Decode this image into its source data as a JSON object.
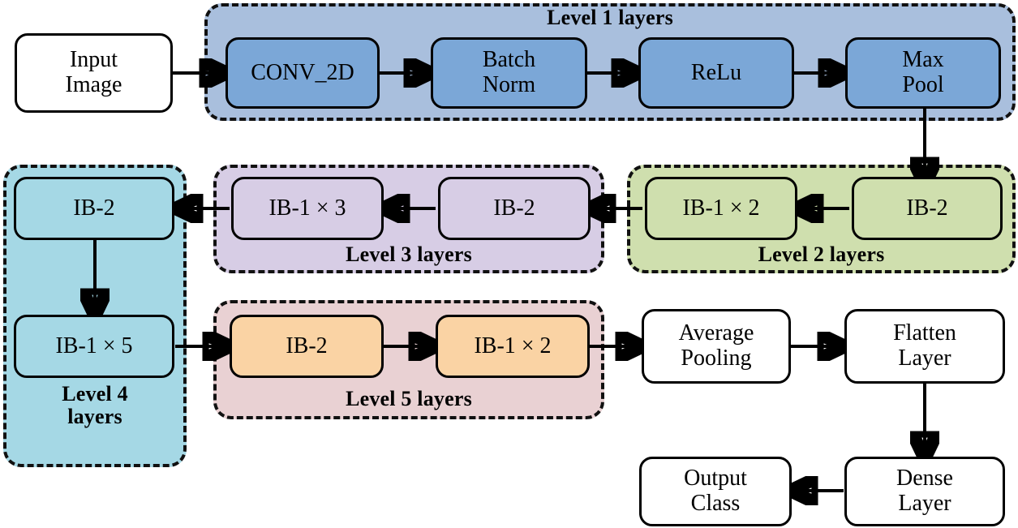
{
  "diagram": {
    "title": "CNN architecture block diagram",
    "type": "flowchart",
    "background": "#ffffff"
  },
  "palette": {
    "level1_group": "#a9bfdd",
    "level1_node": "#7ba7d7",
    "level2_group": "#cfdfae",
    "level2_node": "#cfdfae",
    "level3_group": "#d7cde5",
    "level3_node": "#d7cde5",
    "level4_group": "#a5d8e5",
    "level4_node": "#a5d8e5",
    "level5_group": "#e9d1d3",
    "level5_node": "#fad3a4",
    "plain_node": "#ffffff",
    "stroke": "#000000"
  },
  "groups": {
    "level1": {
      "label": "Level 1 layers"
    },
    "level2": {
      "label": "Level 2 layers"
    },
    "level3": {
      "label": "Level 3 layers"
    },
    "level4": {
      "label": "Level 4\nlayers"
    },
    "level5": {
      "label": "Level 5 layers"
    }
  },
  "nodes": {
    "input_image": "Input\nImage",
    "conv2d": "CONV_2D",
    "batch_norm": "Batch\nNorm",
    "relu": "ReLu",
    "max_pool": "Max\nPool",
    "l2_ib2": "IB-2",
    "l2_ib1x2": "IB-1 × 2",
    "l3_ib2": "IB-2",
    "l3_ib1x3": "IB-1 × 3",
    "l4_ib2": "IB-2",
    "l4_ib1x5": "IB-1 × 5",
    "l5_ib2": "IB-2",
    "l5_ib1x2": "IB-1 × 2",
    "average_pooling": "Average\nPooling",
    "flatten_layer": "Flatten\nLayer",
    "dense_layer": "Dense\nLayer",
    "output_class": "Output\nClass"
  },
  "edges": [
    {
      "name": "input-to-conv2d",
      "from": "input_image",
      "to": "conv2d",
      "direction": "right"
    },
    {
      "name": "conv2d-to-batchnorm",
      "from": "conv2d",
      "to": "batch_norm",
      "direction": "right"
    },
    {
      "name": "batchnorm-to-relu",
      "from": "batch_norm",
      "to": "relu",
      "direction": "right"
    },
    {
      "name": "relu-to-maxpool",
      "from": "relu",
      "to": "max_pool",
      "direction": "right"
    },
    {
      "name": "maxpool-to-l2ib2",
      "from": "max_pool",
      "to": "l2_ib2",
      "direction": "down"
    },
    {
      "name": "l2ib2-to-l2ib1x2",
      "from": "l2_ib2",
      "to": "l2_ib1x2",
      "direction": "left"
    },
    {
      "name": "l2ib1x2-to-l3ib2",
      "from": "l2_ib1x2",
      "to": "l3_ib2",
      "direction": "left"
    },
    {
      "name": "l3ib2-to-l3ib1x3",
      "from": "l3_ib2",
      "to": "l3_ib1x3",
      "direction": "left"
    },
    {
      "name": "l3ib1x3-to-l4ib2",
      "from": "l3_ib1x3",
      "to": "l4_ib2",
      "direction": "left"
    },
    {
      "name": "l4ib2-to-l4ib1x5",
      "from": "l4_ib2",
      "to": "l4_ib1x5",
      "direction": "down"
    },
    {
      "name": "l4ib1x5-to-l5ib2",
      "from": "l4_ib1x5",
      "to": "l5_ib2",
      "direction": "right"
    },
    {
      "name": "l5ib2-to-l5ib1x2",
      "from": "l5_ib2",
      "to": "l5_ib1x2",
      "direction": "right"
    },
    {
      "name": "l5ib1x2-to-avgpool",
      "from": "l5_ib1x2",
      "to": "average_pooling",
      "direction": "right"
    },
    {
      "name": "avgpool-to-flatten",
      "from": "average_pooling",
      "to": "flatten_layer",
      "direction": "right"
    },
    {
      "name": "flatten-to-dense",
      "from": "flatten_layer",
      "to": "dense_layer",
      "direction": "down"
    },
    {
      "name": "dense-to-output",
      "from": "dense_layer",
      "to": "output_class",
      "direction": "left"
    }
  ]
}
